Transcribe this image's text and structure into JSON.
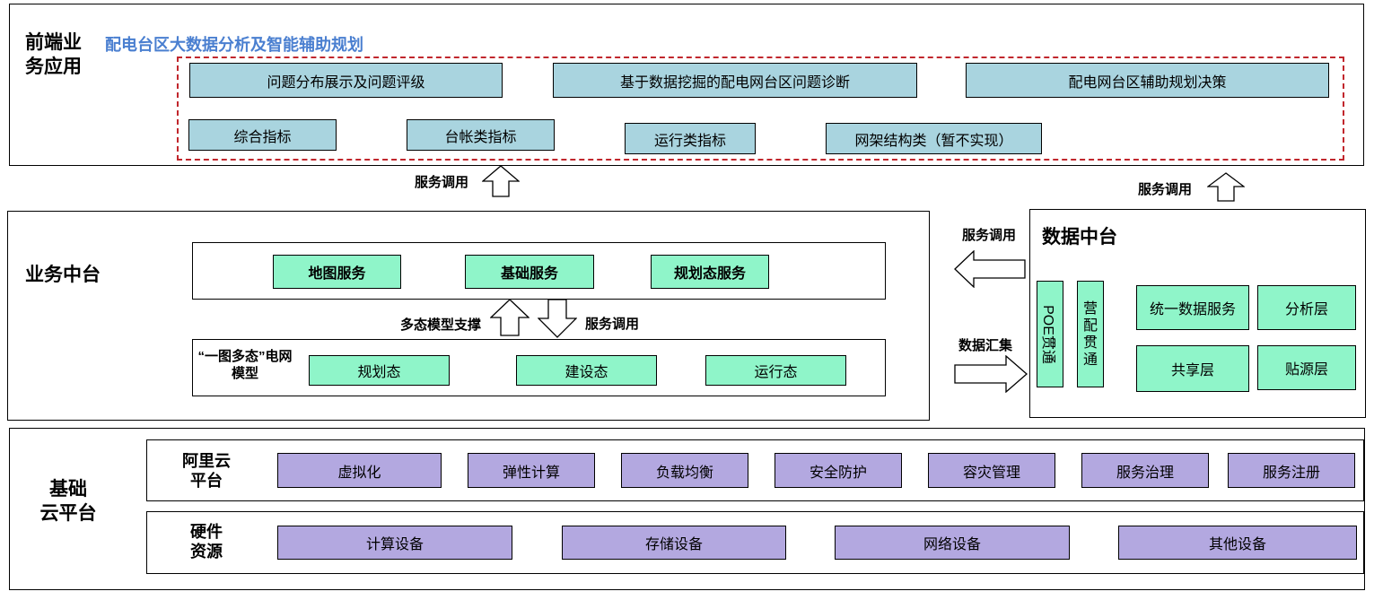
{
  "frontend": {
    "title_line1": "前端业",
    "title_line2": "务应用",
    "subtitle": "配电台区大数据分析及智能辅助规划",
    "row1": [
      "问题分布展示及问题评级",
      "基于数据挖掘的配电网台区问题诊断",
      "配电网台区辅助规划决策"
    ],
    "row2": [
      "综合指标",
      "台帐类指标",
      "运行类指标",
      "网架结构类（暂不实现）"
    ]
  },
  "arrows": {
    "service_call_left": "服务调用",
    "service_call_right": "服务调用",
    "service_call_mid": "服务调用",
    "data_aggregate": "数据汇集",
    "multi_model_support": "多态模型支撑",
    "service_call_inner": "服务调用"
  },
  "business": {
    "title": "业务中台",
    "services": [
      "地图服务",
      "基础服务",
      "规划态服务"
    ],
    "model_label_line1": "“一图多态”电网",
    "model_label_line2": "模型",
    "states": [
      "规划态",
      "建设态",
      "运行态"
    ]
  },
  "data_platform": {
    "title": "数据中台",
    "poe": "POE贯通",
    "ying_chars": [
      "营",
      "配",
      "贯",
      "通"
    ],
    "poe_chars": [
      "POE",
      "贯",
      "通"
    ],
    "blocks": [
      "统一数据服务",
      "分析层",
      "共享层",
      "贴源层"
    ]
  },
  "cloud": {
    "title_line1": "基础",
    "title_line2": "云平台",
    "aliyun_line1": "阿里云",
    "aliyun_line2": "平台",
    "aliyun_items": [
      "虚拟化",
      "弹性计算",
      "负载均衡",
      "安全防护",
      "容灾管理",
      "服务治理",
      "服务注册"
    ],
    "hw_line1": "硬件",
    "hw_line2": "资源",
    "hw_items": [
      "计算设备",
      "存储设备",
      "网络设备",
      "其他设备"
    ]
  }
}
